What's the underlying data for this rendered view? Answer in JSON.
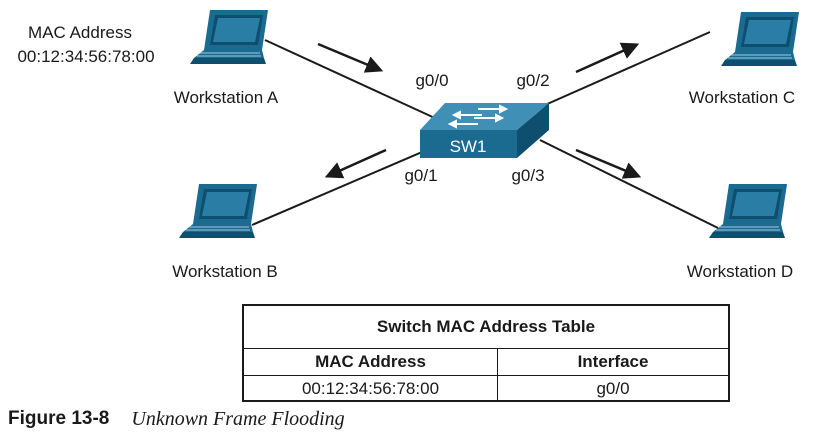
{
  "mac_note": {
    "line1": "MAC Address",
    "line2": "00:12:34:56:78:00"
  },
  "switch": {
    "name": "SW1"
  },
  "ports": {
    "g0_0": "g0/0",
    "g0_1": "g0/1",
    "g0_2": "g0/2",
    "g0_3": "g0/3"
  },
  "workstations": {
    "a": "Workstation A",
    "b": "Workstation B",
    "c": "Workstation C",
    "d": "Workstation D"
  },
  "colors": {
    "device": "#1b6a90",
    "device_dark": "#0e4e6e",
    "device_light": "#3f8fb6"
  },
  "mac_table": {
    "title": "Switch MAC Address Table",
    "headers": [
      "MAC Address",
      "Interface"
    ],
    "rows": [
      [
        "00:12:34:56:78:00",
        "g0/0"
      ]
    ]
  },
  "caption": {
    "number": "Figure 13-8",
    "title": "Unknown Frame Flooding"
  }
}
